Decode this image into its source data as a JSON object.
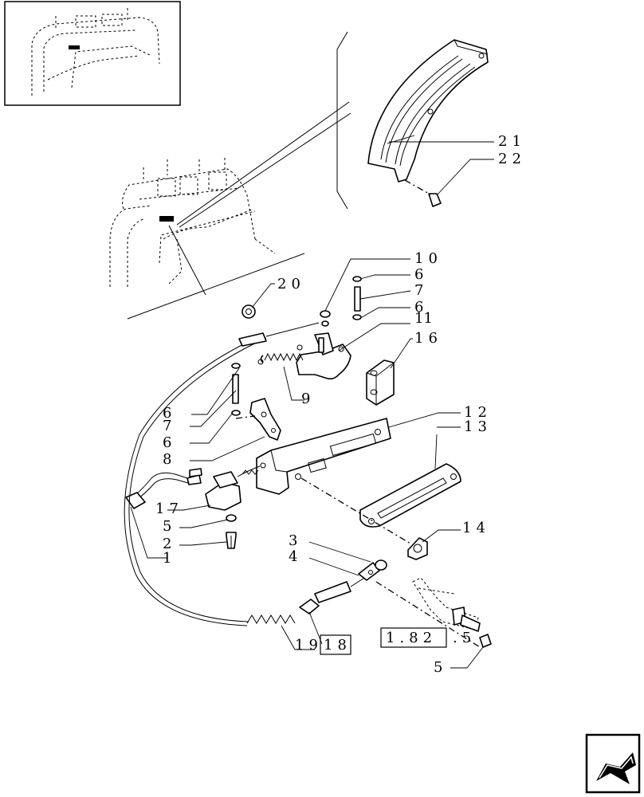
{
  "callouts": {
    "p1": "1",
    "p2": "2",
    "p3": "3",
    "p4": "4",
    "p5a": "5",
    "p5b": "5",
    "p6a": "6",
    "p6b": "6",
    "p6c": "6",
    "p6d": "6",
    "p7a": "7",
    "p7b": "7",
    "p8": "8",
    "p9": "9",
    "p10": "10",
    "p11": "11",
    "p12": "12",
    "p13": "13",
    "p14": "14",
    "p16": "16",
    "p17": "17",
    "p20": "20",
    "p21": "21",
    "p22": "22"
  },
  "references": {
    "ref_19": "19",
    "ref_18": "18",
    "ref_182": "1.82",
    "ref_182_suffix": ".5"
  },
  "nav": {
    "icon": "next-page-arrow-icon"
  }
}
